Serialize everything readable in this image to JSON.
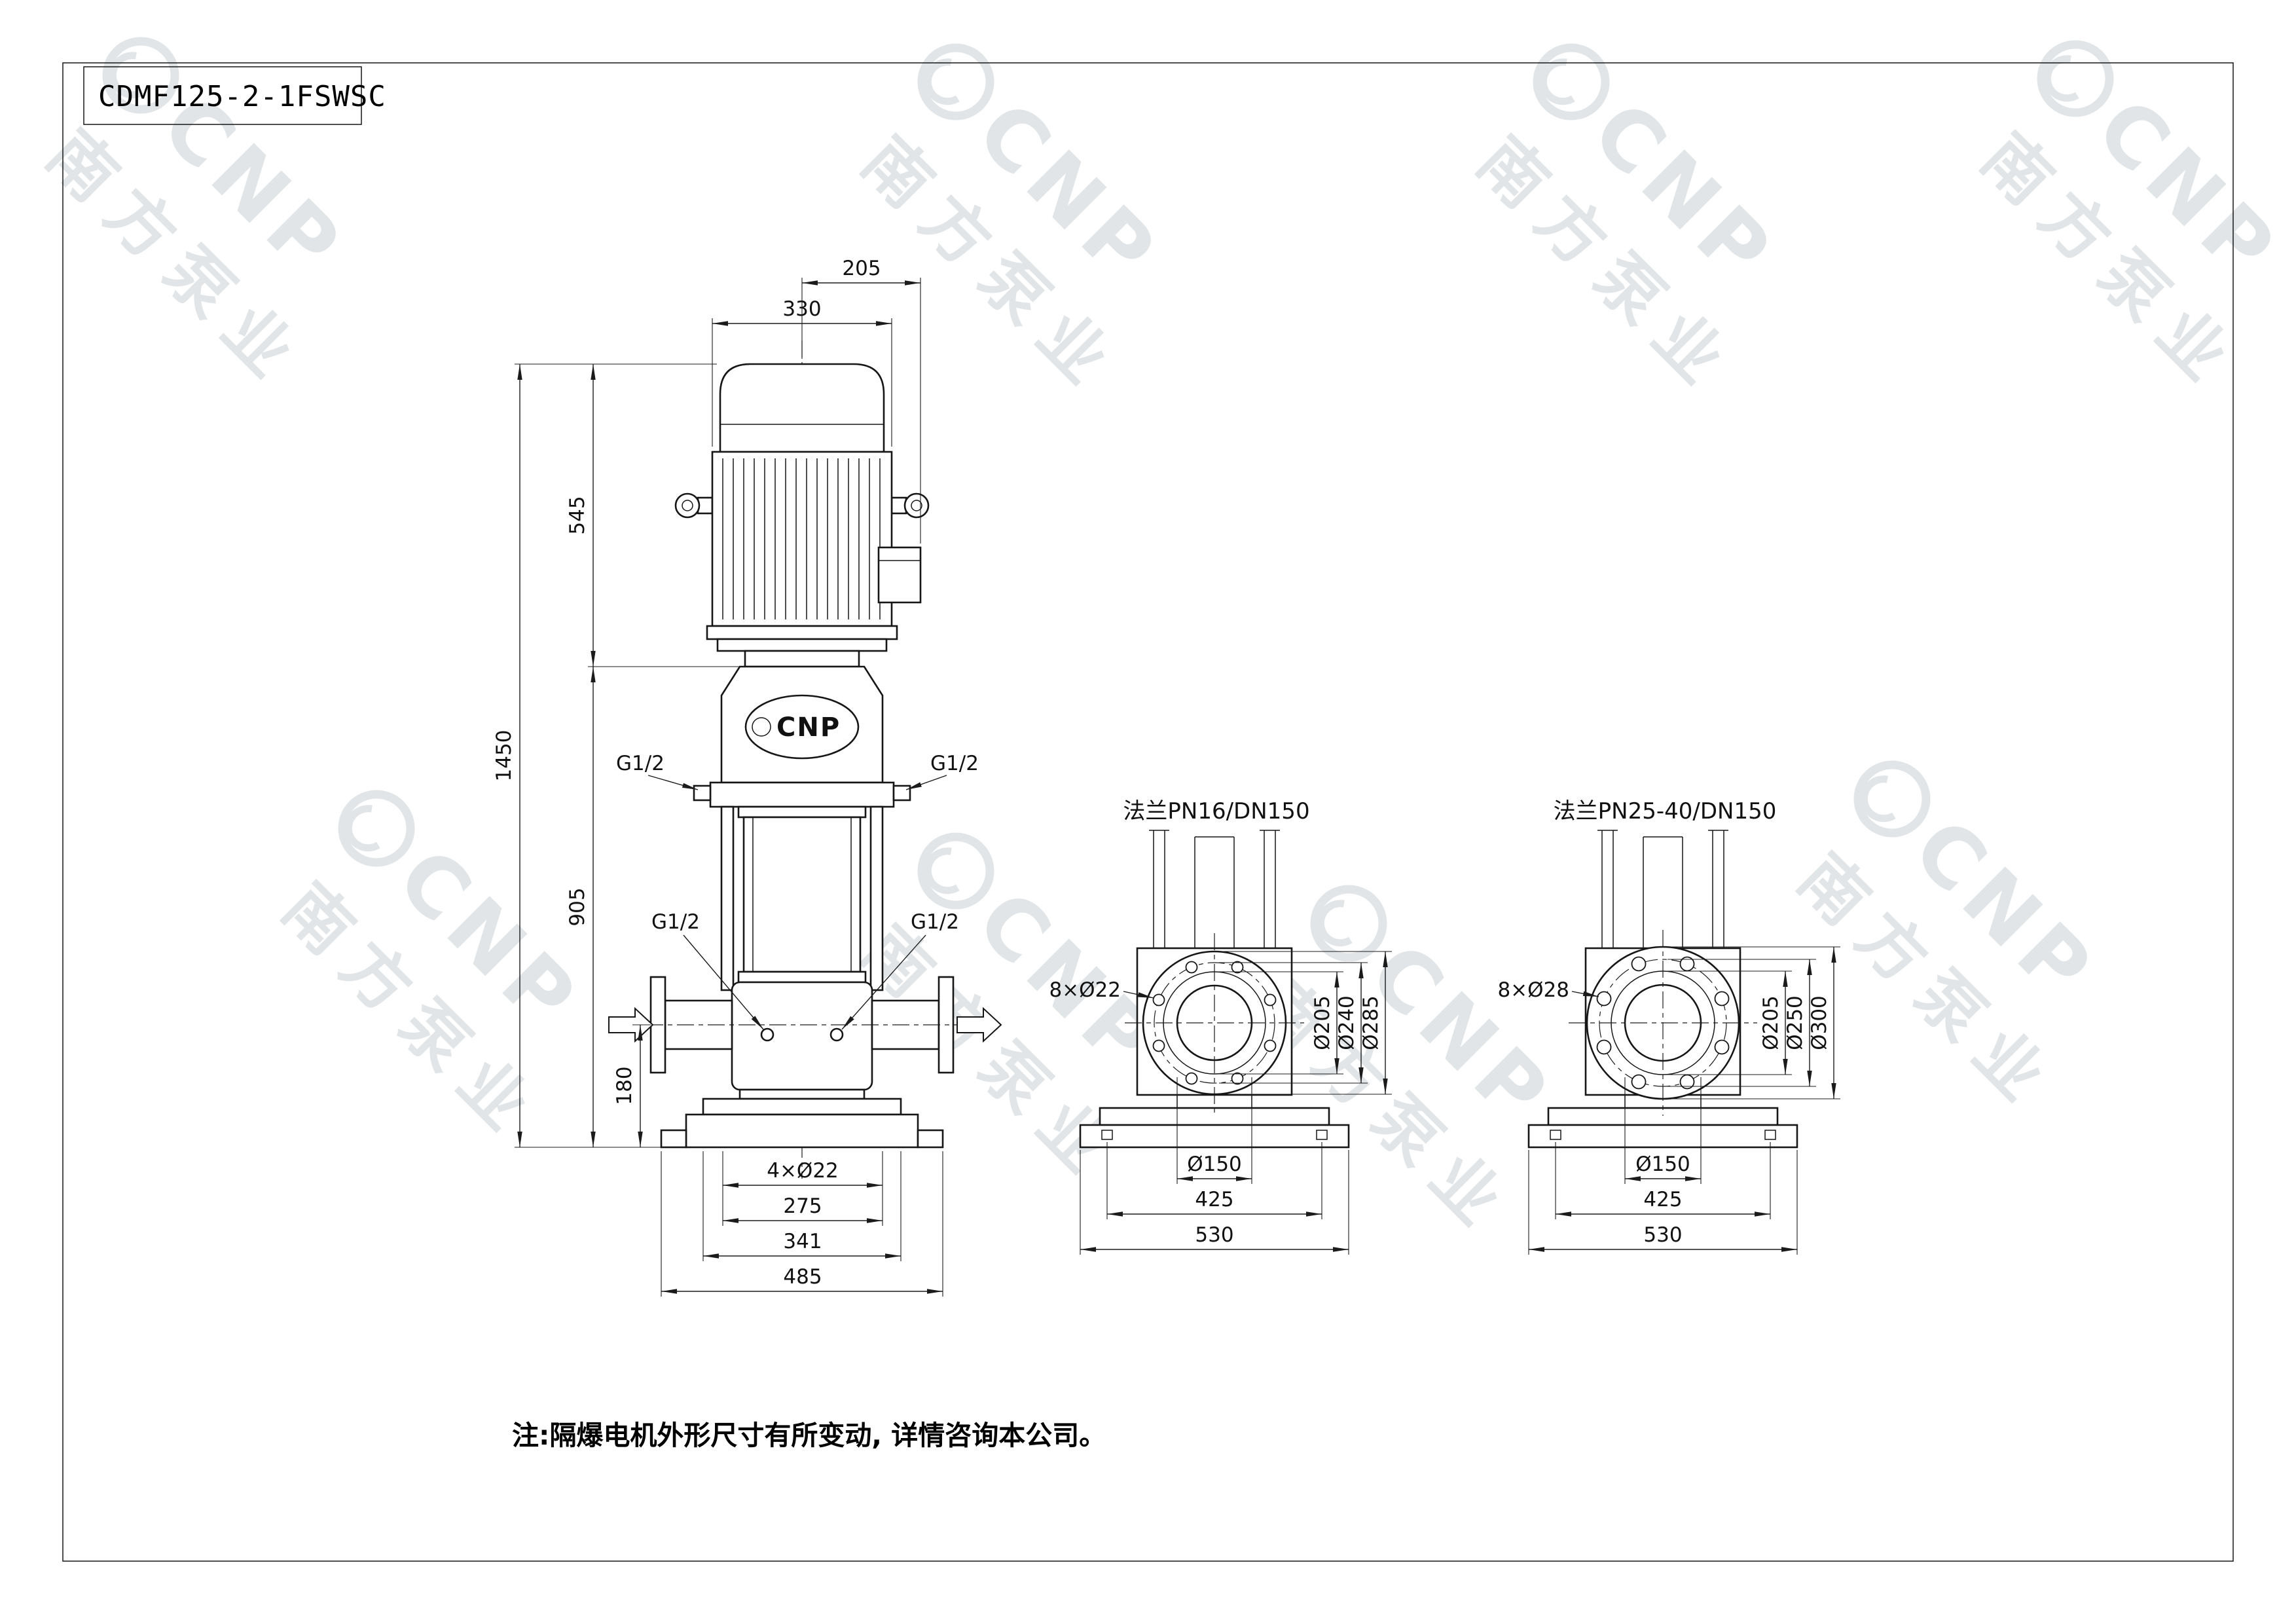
{
  "title_block": {
    "model": "CDMF125-2-1FSWSC"
  },
  "watermark": {
    "brand": "CNP",
    "name": "南方泵业"
  },
  "main_view": {
    "logo": "CNP",
    "dims": {
      "d205": "205",
      "d330": "330",
      "d545": "545",
      "d1450": "1450",
      "d905": "905",
      "d180": "180",
      "holes": "4×Ø22",
      "d275": "275",
      "d341": "341",
      "d485": "485"
    },
    "ports": {
      "upper_left": "G1/2",
      "upper_right": "G1/2",
      "lower_left": "G1/2",
      "lower_right": "G1/2"
    }
  },
  "flange_pn16": {
    "title": "法兰PN16/DN150",
    "bolt_note": "8×Ø22",
    "d1": "Ø205",
    "d2": "Ø240",
    "d3": "Ø285",
    "bore": "Ø150",
    "bolt_span": "425",
    "base_width": "530"
  },
  "flange_pn25": {
    "title": "法兰PN25-40/DN150",
    "bolt_note": "8×Ø28",
    "d1": "Ø205",
    "d2": "Ø250",
    "d3": "Ø300",
    "bore": "Ø150",
    "bolt_span": "425",
    "base_width": "530"
  },
  "note": {
    "text": "注:隔爆电机外形尺寸有所变动, 详情咨询本公司。"
  }
}
